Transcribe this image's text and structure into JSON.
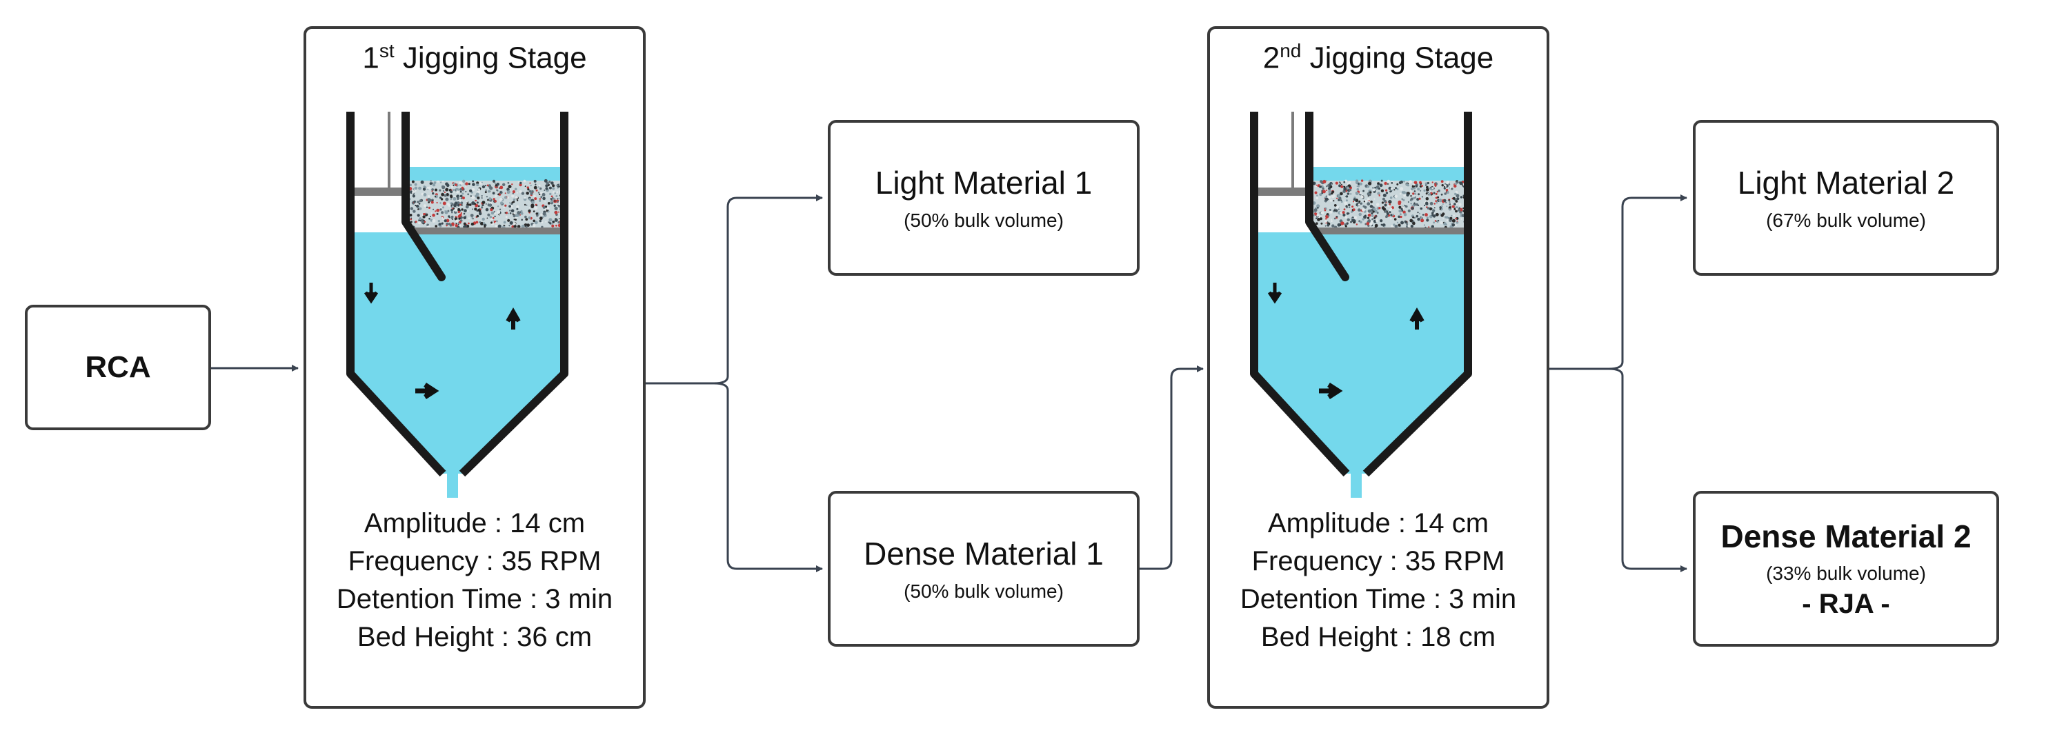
{
  "rca": {
    "label": "RCA"
  },
  "stages": [
    {
      "title_num": "1",
      "title_sup": "st",
      "title_rest": " Jigging Stage",
      "params": [
        "Amplitude : 14 cm",
        "Frequency : 35 RPM",
        "Detention Time : 3 min",
        "Bed Height : 36 cm"
      ]
    },
    {
      "title_num": "2",
      "title_sup": "nd",
      "title_rest": " Jigging Stage",
      "params": [
        "Amplitude : 14 cm",
        "Frequency : 35 RPM",
        "Detention Time : 3 min",
        "Bed Height : 18 cm"
      ]
    }
  ],
  "outputs": {
    "light1": {
      "title": "Light Material 1",
      "sub": "(50% bulk volume)"
    },
    "dense1": {
      "title": "Dense Material 1",
      "sub": "(50% bulk volume)"
    },
    "light2": {
      "title": "Light Material 2",
      "sub": "(67% bulk volume)"
    },
    "dense2": {
      "title": "Dense Material 2",
      "sub": "(33% bulk volume)",
      "tag": "- RJA -"
    }
  },
  "colors": {
    "water": "#74d8ec",
    "tank_wall": "#1a1a1a",
    "plate": "#7b7b7b",
    "connector": "#3a4350",
    "box_border": "#3a3a3a"
  }
}
